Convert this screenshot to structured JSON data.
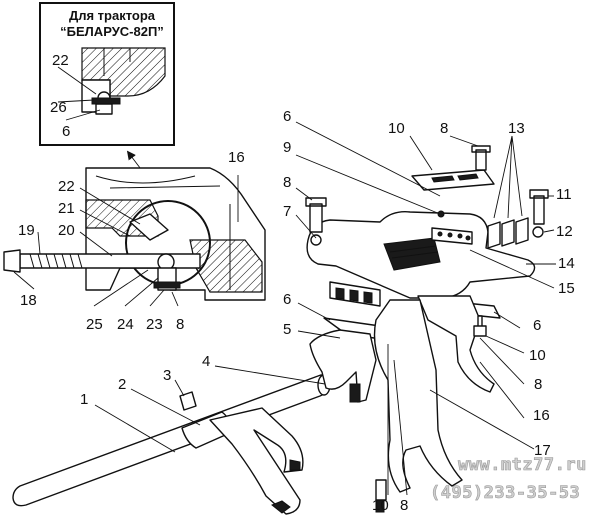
{
  "inset": {
    "title_line1": "Для трактора",
    "title_line2": "“БЕЛАРУС-82П”",
    "labels": [
      "22",
      "26",
      "6"
    ]
  },
  "labels": {
    "n1": "1",
    "n2": "2",
    "n3": "3",
    "n4": "4",
    "n5": "5",
    "n6a": "6",
    "n6b": "6",
    "n6c": "6",
    "n7": "7",
    "n8a": "8",
    "n8b": "8",
    "n8c": "8",
    "n8d": "8",
    "n8e": "8",
    "n9": "9",
    "n10a": "10",
    "n10b": "10",
    "n10c": "10",
    "n11": "11",
    "n12": "12",
    "n13": "13",
    "n14": "14",
    "n15": "15",
    "n16a": "16",
    "n16b": "16",
    "n17": "17",
    "n18": "18",
    "n19": "19",
    "n20": "20",
    "n21": "21",
    "n22": "22",
    "n23": "23",
    "n24": "24",
    "n25": "25"
  },
  "watermark": {
    "site": "www.mtz77.ru",
    "phone": "(495)233-35-53"
  }
}
